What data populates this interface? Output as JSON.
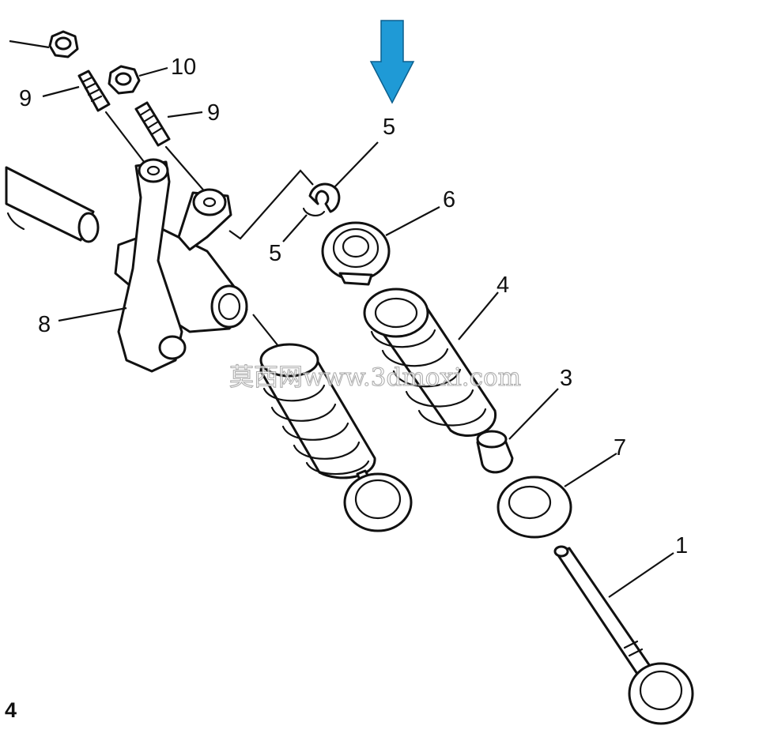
{
  "labels": {
    "l1": "1",
    "l3": "3",
    "l4": "4",
    "l5_top": "5",
    "l5_low": "5",
    "l6": "6",
    "l7": "7",
    "l8": "8",
    "l9_left": "9",
    "l9_right": "9",
    "l10": "10"
  },
  "figure_number": "4",
  "watermark": "莫西网www.3dmoxi.com",
  "arrow": {
    "color": "#1f9ad6",
    "direction": "down",
    "icon": "arrow-down-icon"
  }
}
